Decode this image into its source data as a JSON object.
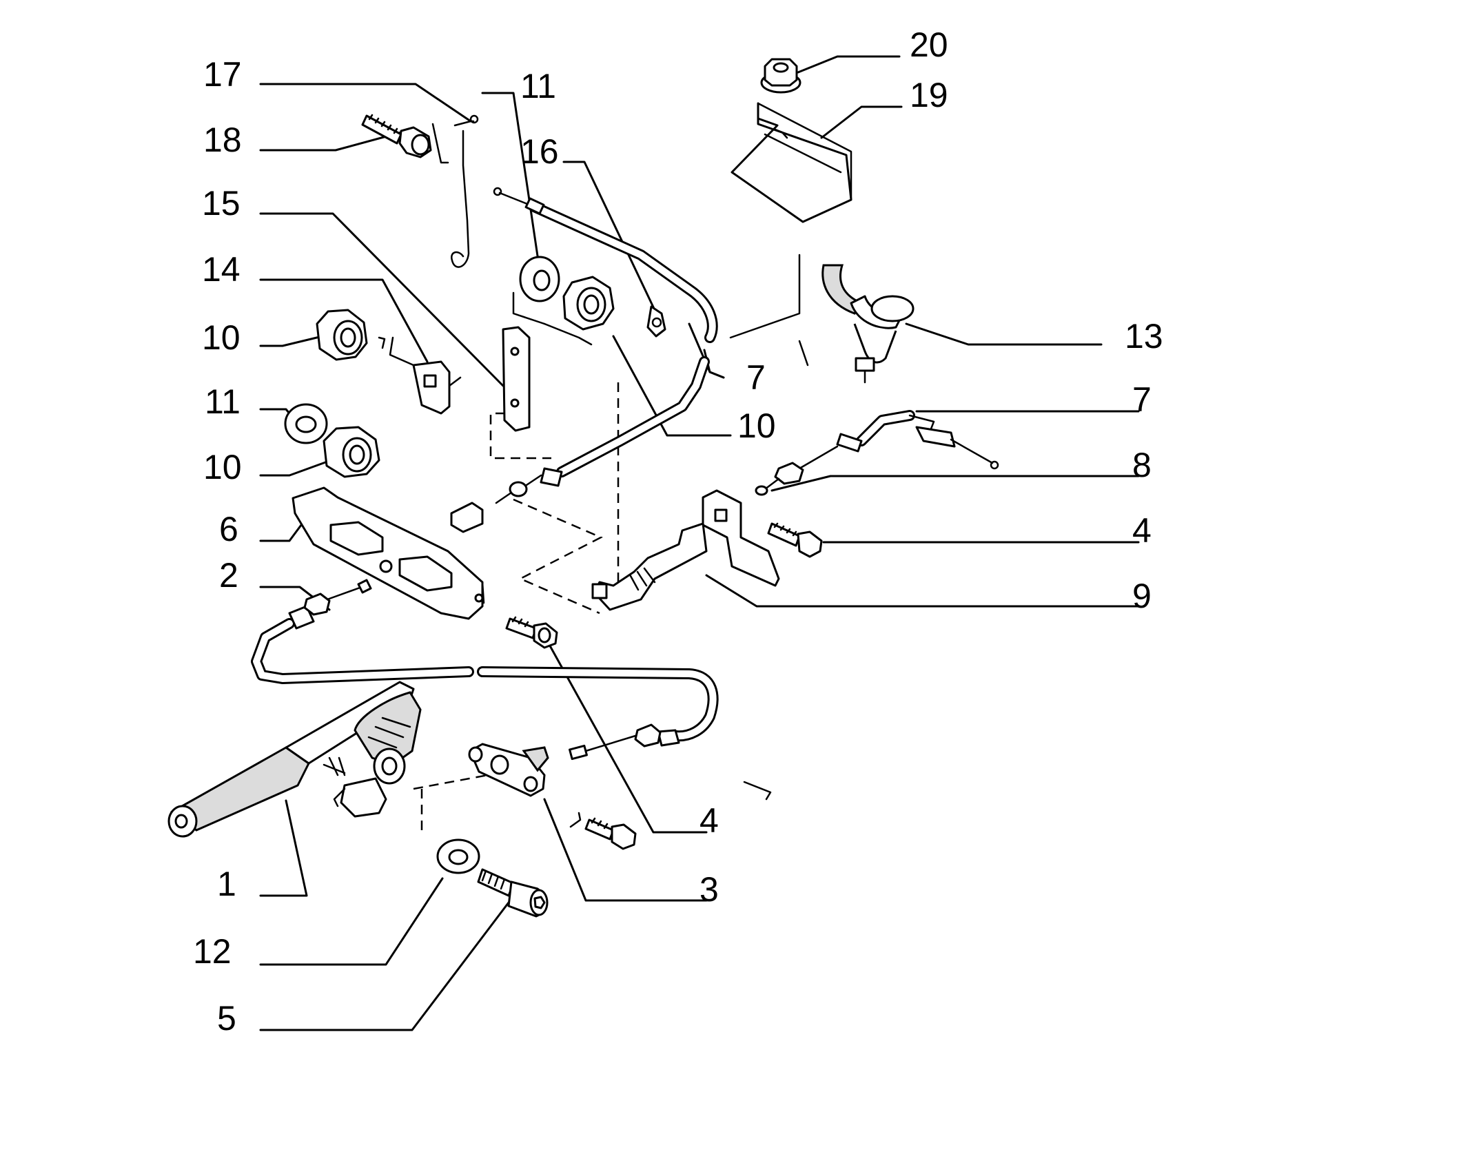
{
  "callouts": {
    "c17": "17",
    "c18": "18",
    "c15": "15",
    "c14": "14",
    "c10a": "10",
    "c11a": "11",
    "c10b": "10",
    "c6": "6",
    "c2": "2",
    "c1": "1",
    "c12": "12",
    "c5": "5",
    "c11b": "11",
    "c16": "16",
    "c20": "20",
    "c19": "19",
    "c13": "13",
    "c7a": "7",
    "c10c": "10",
    "c7b": "7",
    "c8": "8",
    "c4a": "4",
    "c9": "9",
    "c4b": "4",
    "c3": "3"
  },
  "colors": {
    "line": "#000000",
    "background": "#ffffff"
  }
}
